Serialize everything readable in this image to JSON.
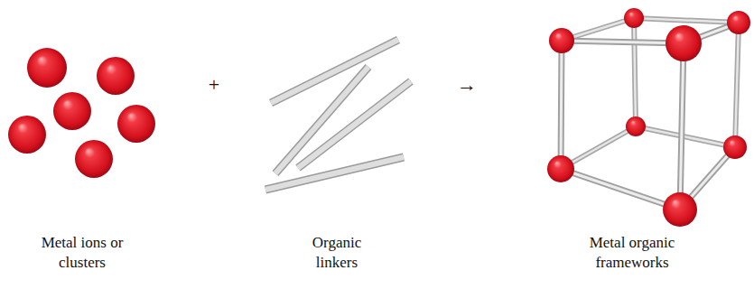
{
  "diagram": {
    "labels": [
      "Metal ions or clusters",
      "+",
      "Organic linkers",
      "→",
      "Metal organic frameworks"
    ]
  }
}
